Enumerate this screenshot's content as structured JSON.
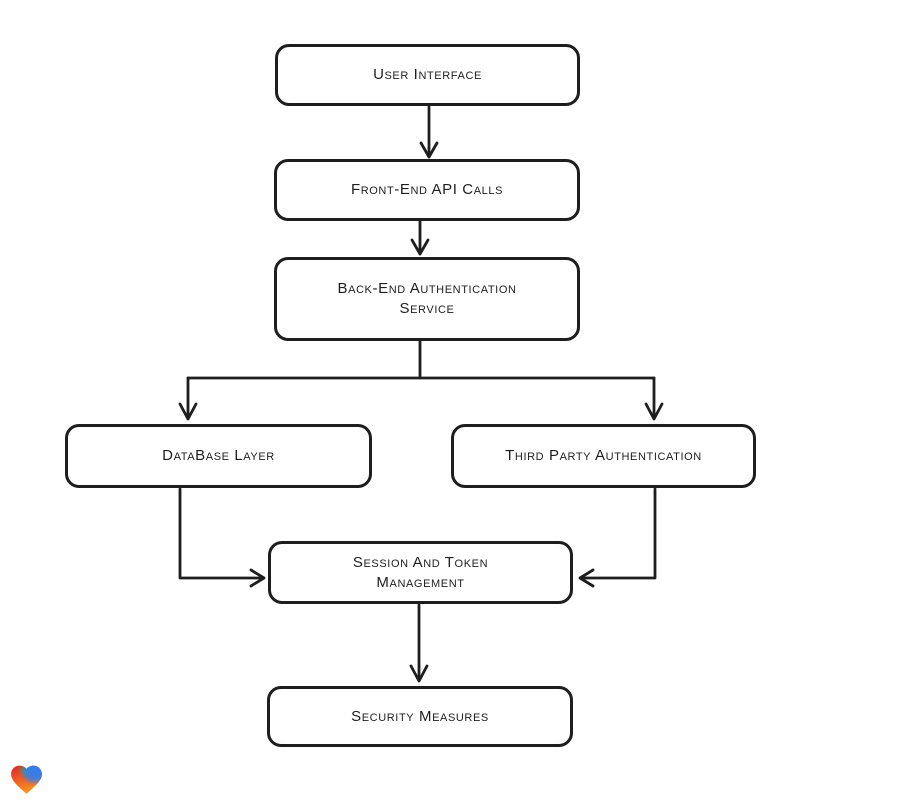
{
  "page": {
    "background": "#ffffff"
  },
  "diagram": {
    "stroke_color": "#1e1e1e",
    "box_fill": "#ffffff",
    "nodes": {
      "user_interface": {
        "lines": [
          "User Interface"
        ]
      },
      "front_end_api_calls": {
        "lines": [
          "Front-End API Calls"
        ]
      },
      "back_end_auth_service": {
        "lines": [
          "Back-End Authentication",
          "Service"
        ]
      },
      "database_layer": {
        "lines": [
          "DataBase Layer"
        ]
      },
      "third_party_auth": {
        "lines": [
          "Third Party Authentication"
        ]
      },
      "session_token_mgmt": {
        "lines": [
          "Session And Token",
          "Management"
        ]
      },
      "security_measures": {
        "lines": [
          "Security Measures"
        ]
      }
    },
    "edges": [
      {
        "from": "user_interface",
        "to": "front_end_api_calls"
      },
      {
        "from": "front_end_api_calls",
        "to": "back_end_auth_service"
      },
      {
        "from": "back_end_auth_service",
        "to": "database_layer"
      },
      {
        "from": "back_end_auth_service",
        "to": "third_party_auth"
      },
      {
        "from": "database_layer",
        "to": "session_token_mgmt"
      },
      {
        "from": "third_party_auth",
        "to": "session_token_mgmt"
      },
      {
        "from": "session_token_mgmt",
        "to": "security_measures"
      }
    ]
  },
  "branding": {
    "logo": "gradient-heart-logo",
    "colors": {
      "red": "#e3202b",
      "green": "#3db54a",
      "blue": "#2f7ff2",
      "orange": "#f7941d"
    }
  }
}
